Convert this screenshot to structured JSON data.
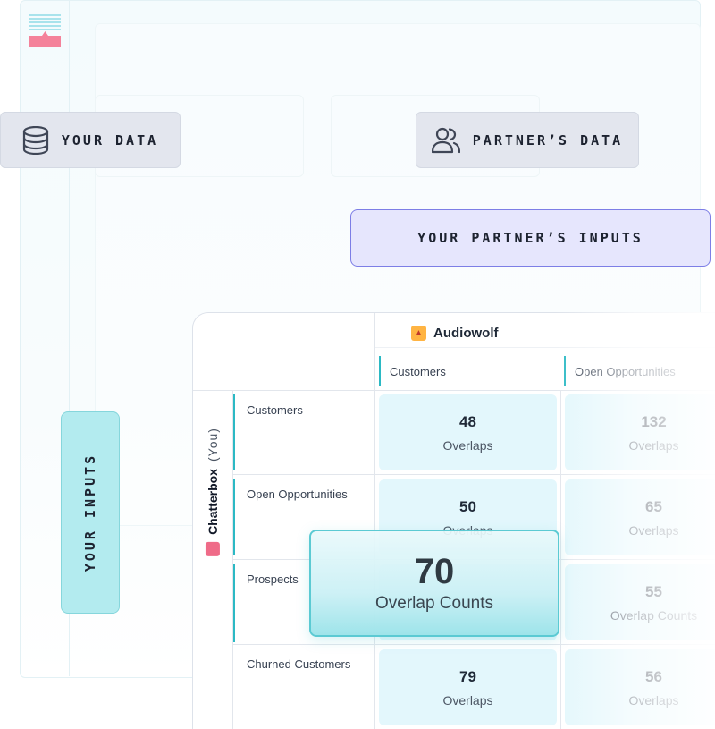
{
  "chips": {
    "your_data": "YOUR DATA",
    "partner_data": "PARTNER’S DATA",
    "partner_inputs": "YOUR PARTNER’S INPUTS",
    "your_inputs": "YOUR INPUTS"
  },
  "matrix": {
    "partner": "Audiowolf",
    "you_name": "Chatterbox",
    "you_tag": "(You)",
    "columns": [
      "Customers",
      "Open Opportunities"
    ],
    "rows": [
      "Customers",
      "Open Opportunities",
      "Prospects",
      "Churned Customers"
    ],
    "cells": [
      {
        "value": "48",
        "label": "Overlaps"
      },
      {
        "value": "132",
        "label": "Overlaps"
      },
      {
        "value": "50",
        "label": "Overlaps"
      },
      {
        "value": "65",
        "label": "Overlaps"
      },
      {
        "value": "55",
        "label": "Overlap Counts"
      },
      {
        "value": "79",
        "label": "Overlaps"
      },
      {
        "value": "56",
        "label": "Overlaps"
      }
    ]
  },
  "popout": {
    "value": "70",
    "label": "Overlap Counts"
  },
  "colors": {
    "accent_teal": "#2bb9c4",
    "partner_inputs_border": "#7d7ee6",
    "your_inputs_bg": "#b3ebef"
  }
}
